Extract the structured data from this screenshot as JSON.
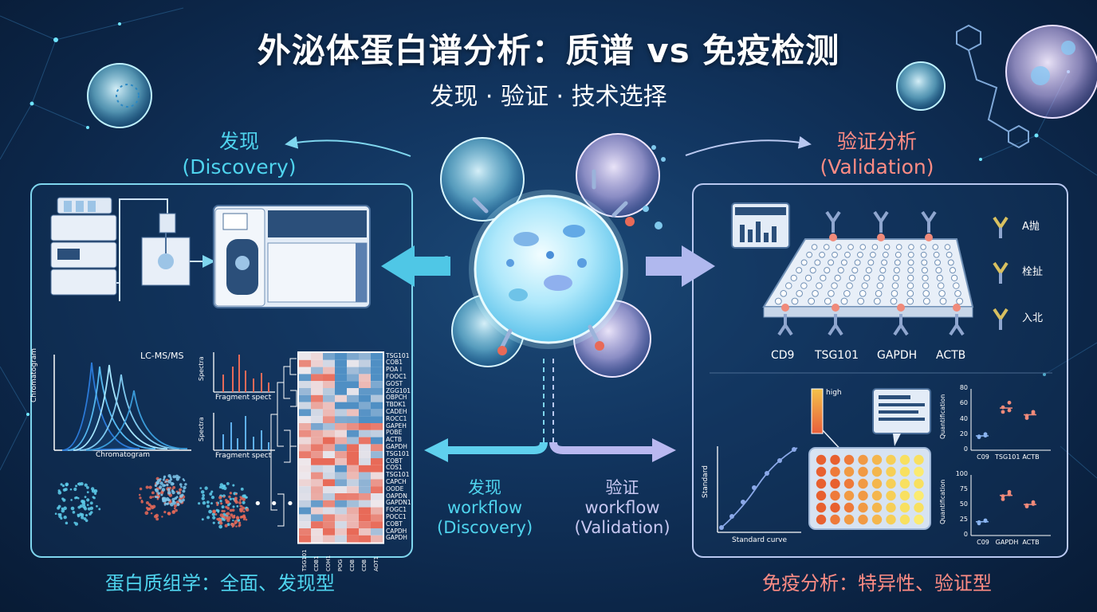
{
  "header": {
    "title": "外泌体蛋白谱分析：质谱 vs 免疫检测",
    "subtitle": "发现 · 验证 · 技术选择"
  },
  "discovery": {
    "label_cn": "发现",
    "label_en": "(Discovery)",
    "bottom": "蛋白质组学：全面、发现型",
    "lcms": "LC-MS/MS",
    "chromatogram_ylabel": "Chromatogram",
    "chromatogram_xlabel": "Chromatogram",
    "spectra1_ylabel": "Spectra",
    "spectra1_xlabel": "Fragment spect",
    "spectra2_ylabel": "Spectra",
    "spectra2_xlabel": "Fragment spect",
    "heatmap_genes": [
      "TSG101",
      "COB1",
      "POA I",
      "FOOC1",
      "GOST",
      "ZGG101",
      "OBPCH",
      "TBDK1",
      "CADEH",
      "ROCC1",
      "GAPEH",
      "POBE",
      "ACTB",
      "GAPDH",
      "TSG101",
      "COBT",
      "COS1",
      "TSG101",
      "CAPCH",
      "OODE",
      "OAPDN",
      "GAPDN1",
      "FOGC1",
      "POCC1",
      "COBT",
      "CAPDH",
      "GAPDH"
    ],
    "heatmap_cols": [
      "TSG101",
      "CDB1",
      "COH1",
      "POG",
      "CDB",
      "CDB",
      "AOT1"
    ],
    "ellipsis": "• • •"
  },
  "center": {
    "discovery_workflow": [
      "发现",
      "workflow",
      "(Discovery)"
    ],
    "validation_workflow": [
      "验证",
      "workflow",
      "(Validation)"
    ]
  },
  "validation": {
    "label_cn": "验证分析",
    "label_en": "(Validation)",
    "bottom": "免疫分析：特异性、验证型",
    "plate_markers": [
      "CD9",
      "TSG101",
      "GAPDH",
      "ACTB"
    ],
    "antibody_labels": [
      "A抛",
      "栓扯",
      "入北"
    ],
    "heat_high": "high",
    "std_ylabel": "Standard",
    "std_xlabel": "Standard curve",
    "plot1": {
      "ylabel": "Quantification",
      "yticks": [
        "80",
        "60",
        "40",
        "20",
        "0"
      ],
      "categories": [
        "C09",
        "TSG101",
        "ACTB"
      ]
    },
    "plot2": {
      "ylabel": "Quantification",
      "yticks": [
        "100",
        "75",
        "50",
        "25",
        "0"
      ],
      "categories": [
        "C09",
        "GAPDH",
        "ACTB"
      ]
    }
  },
  "colors": {
    "cyan": "#4fd4ee",
    "pink": "#ff8c84",
    "lavender": "#c8b6f0",
    "heat_red": "#e86a58",
    "heat_blue": "#4f8fc4"
  }
}
